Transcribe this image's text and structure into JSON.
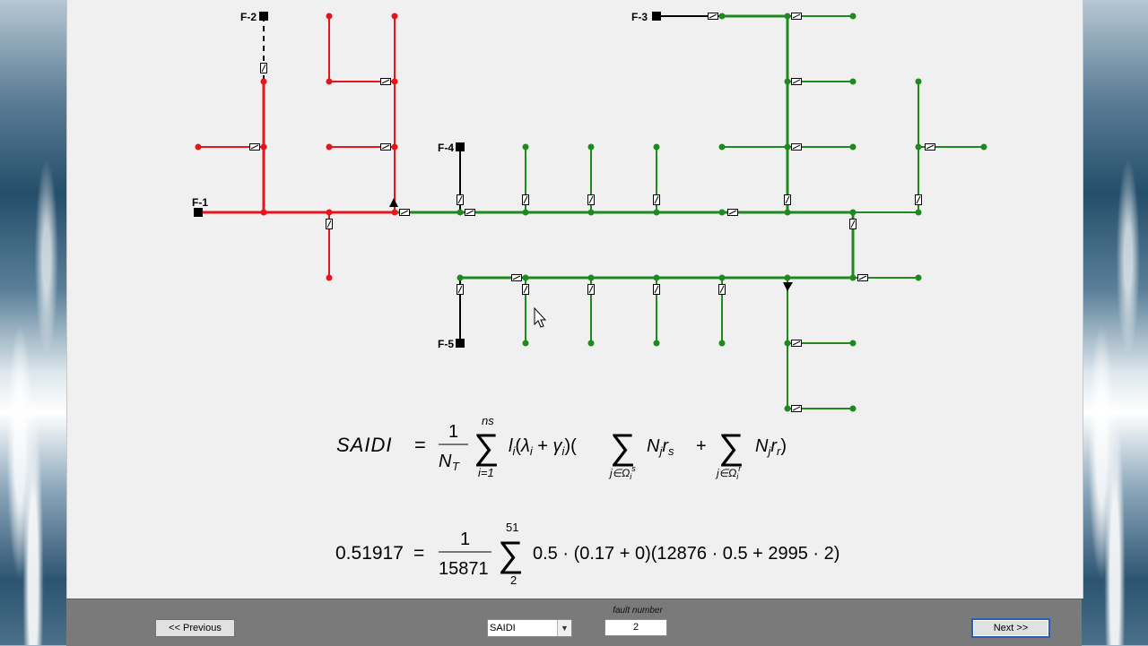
{
  "diagram": {
    "feeders": [
      "F-1",
      "F-2",
      "F-3",
      "F-4",
      "F-5"
    ]
  },
  "formula": {
    "saidi_lhs": "SAIDI",
    "sum_upper": "ns",
    "sum_lower": "i=1",
    "numerator": "1",
    "denominator": "N_T",
    "body": "l_i(λ_i + γ_i)(",
    "sum1_lower": "j∈Ω_i^s",
    "term1": "N_j r_s",
    "plus": "+",
    "sum2_lower": "j∈Ω_i^r",
    "term2": "N_j r_r)",
    "result_value": "0.51917",
    "result_numerator": "1",
    "result_denominator": "15871",
    "result_sum_upper": "51",
    "result_sum_lower": "2",
    "result_body": "0.5 · (0.17 + 0)(12876 · 0.5 + 2995 · 2)"
  },
  "controls": {
    "prev_label": "<< Previous",
    "next_label": "Next >>",
    "metric_select": "SAIDI",
    "fault_label": "fault number",
    "fault_value": "2"
  },
  "colors": {
    "faulted": "#e8141c",
    "restored": "#1e8a1e",
    "feeder": "#000000",
    "panel": "#f0f0f0"
  },
  "icons": [
    "switch-icon",
    "mouse-cursor-icon",
    "fault-arrow-icon"
  ]
}
